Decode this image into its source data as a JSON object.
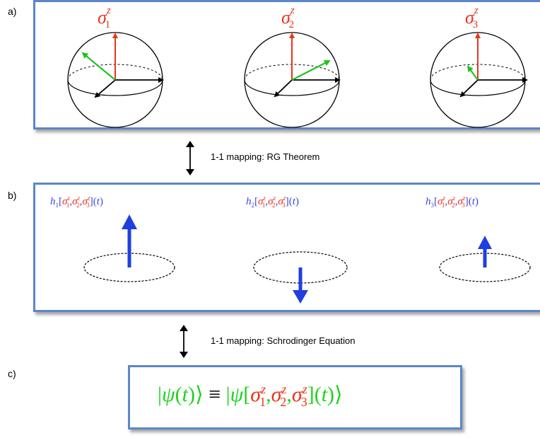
{
  "panels": {
    "a": {
      "label": "a)"
    },
    "b": {
      "label": "b)"
    },
    "c": {
      "label": "c)"
    }
  },
  "mappings": {
    "rg": "1-1 mapping: RG Theorem",
    "schrodinger": "1-1 mapping: Schrodinger Equation"
  },
  "spins": [
    {
      "symbol": "σ",
      "sup": "z",
      "sub": "1"
    },
    {
      "symbol": "σ",
      "sup": "z",
      "sub": "2"
    },
    {
      "symbol": "σ",
      "sup": "z",
      "sub": "3"
    }
  ],
  "fields": [
    {
      "h": "h",
      "sub": "1",
      "dir": "up"
    },
    {
      "h": "h",
      "sub": "2",
      "dir": "down"
    },
    {
      "h": "h",
      "sub": "3",
      "dir": "up-small"
    }
  ],
  "colors": {
    "box_border": "#5b87c8",
    "spin_label": "#e8341c",
    "field_arrow": "#1f3fe0",
    "field_label": "#3a48d8",
    "bloch_green": "#22c222",
    "equation_green": "#1dd41d"
  }
}
